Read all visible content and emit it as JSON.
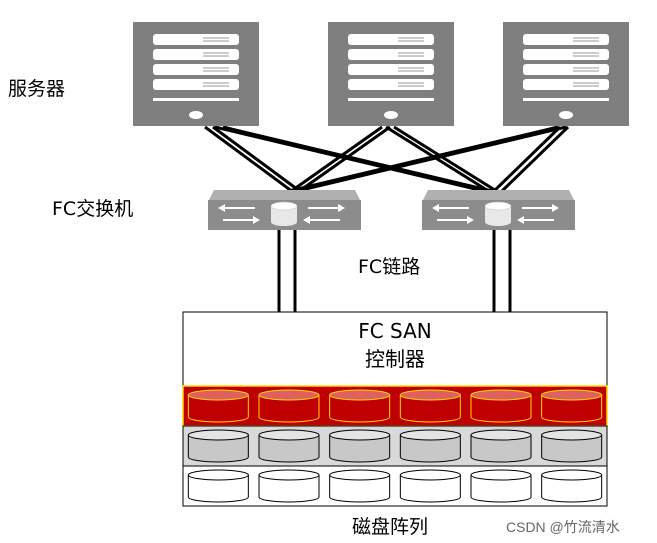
{
  "labels": {
    "servers": "服务器",
    "fc_switch": "FC交换机",
    "fc_link": "FC链路",
    "controller_line1": "FC SAN",
    "controller_line2": "控制器",
    "disk_array": "磁盘阵列"
  },
  "watermark": "CSDN @竹流清水",
  "counts": {
    "servers": 3,
    "switches": 2,
    "disks_per_row": 6
  },
  "colors": {
    "server_body": "#7f7f7f",
    "switch_body": "#8c8c8c",
    "disk_row_red_bg": "#c00000",
    "disk_row_red_border": "#ffd700",
    "disk_row_gray_bg": "#d9d9d9",
    "disk_row_white_bg": "#ffffff",
    "line": "#000000"
  }
}
